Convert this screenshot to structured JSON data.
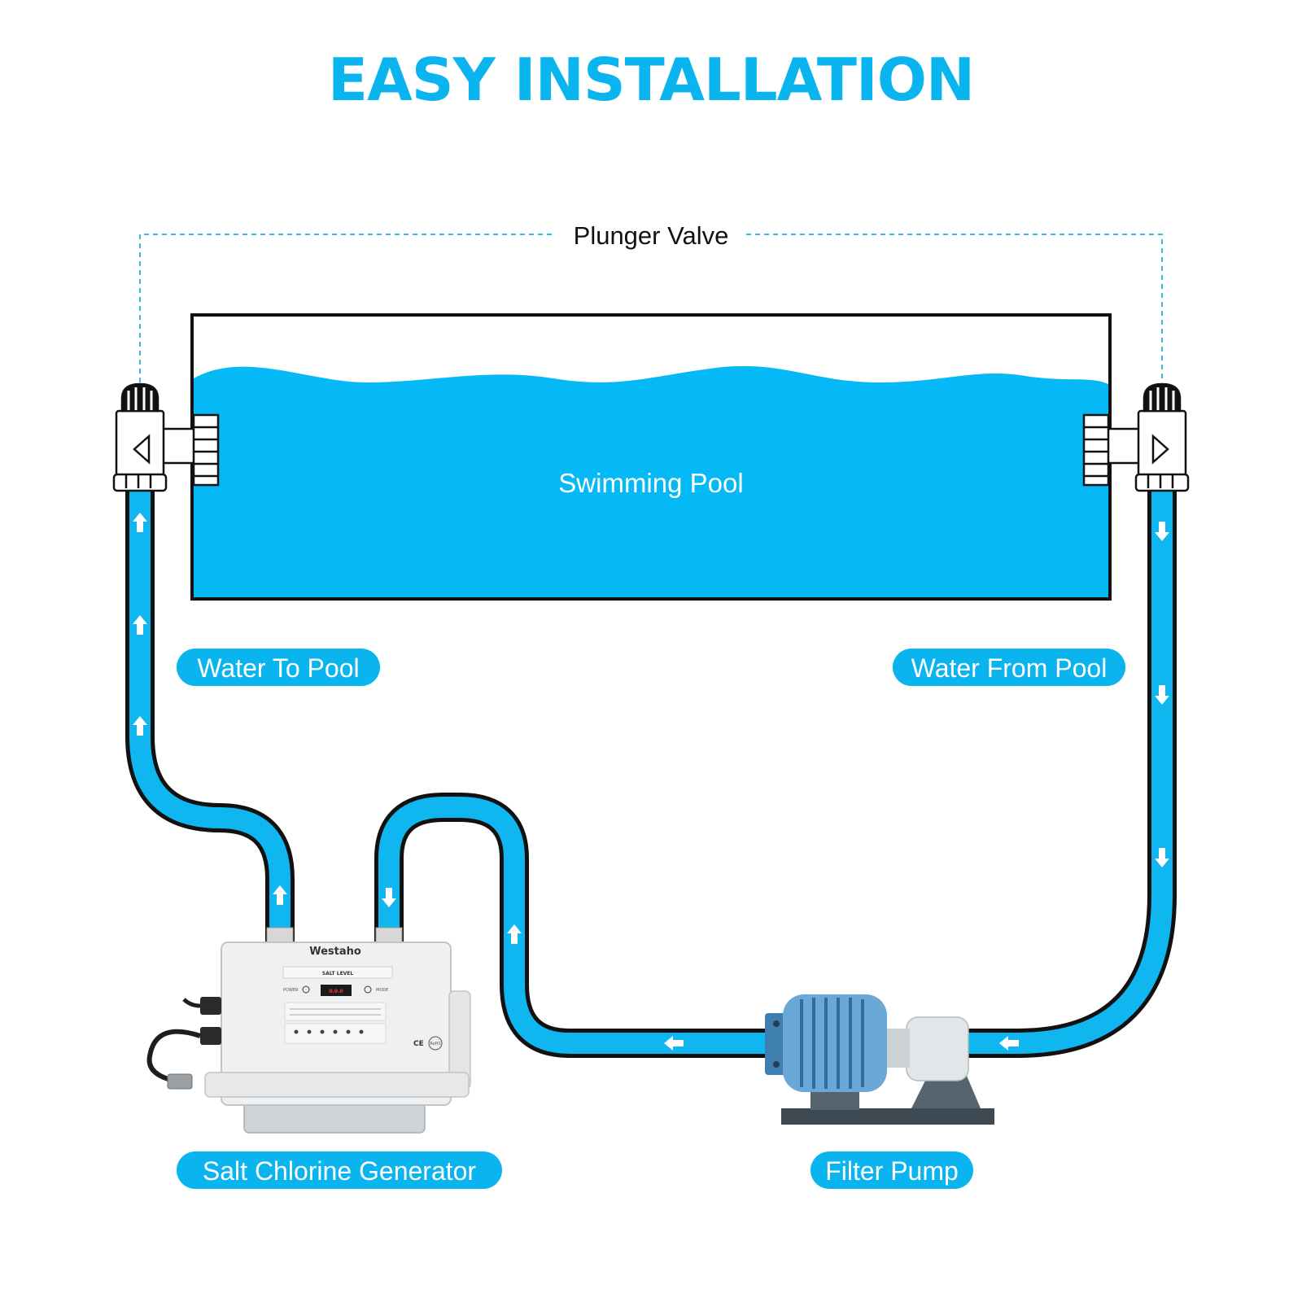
{
  "title": "EASY INSTALLATION",
  "plunger_valve_label": "Plunger Valve",
  "pool_label": "Swimming Pool",
  "labels": {
    "water_to_pool": "Water To Pool",
    "water_from_pool": "Water From Pool",
    "salt_chlorine_generator": "Salt Chlorine Generator",
    "filter_pump": "Filter Pump"
  },
  "device": {
    "brand": "Westaho",
    "panel_heading": "SALT LEVEL",
    "power_label": "POWER",
    "mode_label": "MODE",
    "display_value": "0.0.0",
    "ce_mark": "CE",
    "rohs_mark": "RoHS"
  },
  "colors": {
    "accent": "#0ab5ef",
    "pipe_fill": "#10b6f0",
    "outline": "#111111",
    "dashed_line": "#3bb8e6"
  },
  "flow_direction": "clockwise: pool → filter pump → salt chlorine generator → pool"
}
